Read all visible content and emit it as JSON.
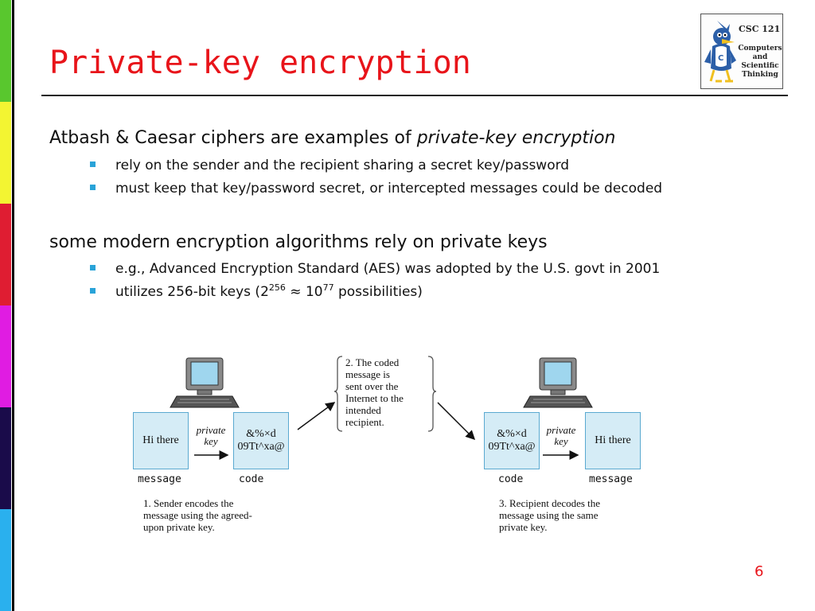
{
  "slide": {
    "title": "Private-key encryption",
    "page_number": "6"
  },
  "logo": {
    "course": "CSC 121",
    "subtitle": "Computers and Scientific Thinking"
  },
  "sections": [
    {
      "lead_plain": "Atbash & Caesar ciphers are examples of ",
      "lead_italic": "private-key encryption",
      "bullets": [
        "rely on the sender and the recipient sharing a secret key/password",
        "must keep that key/password secret, or intercepted messages could be decoded"
      ]
    },
    {
      "lead_plain": "some modern encryption algorithms rely on private keys",
      "bullets": [
        "e.g., Advanced Encryption Standard (AES) was adopted by the U.S. govt in 2001"
      ],
      "keys_bullet": {
        "prefix": "utilizes 256-bit keys (2",
        "exp1": "256",
        "middle": " ≈ 10",
        "exp2": "77",
        "suffix": " possibilities)"
      }
    }
  ],
  "diagram": {
    "sender": {
      "plain_box": "Hi there",
      "code_box": "&%×d\n09Tt^xa@",
      "arrow_label": "private\nkey",
      "plain_label": "message",
      "code_label": "code",
      "caption": "1. Sender encodes the\n   message using the agreed-\n   upon private key."
    },
    "transit_caption": "2. The coded\n   message is\n   sent over the\n   Internet to the\n   intended\n   recipient.",
    "recipient": {
      "code_box": "&%×d\n09Tt^xa@",
      "plain_box": "Hi there",
      "arrow_label": "private\nkey",
      "code_label": "code",
      "plain_label": "message",
      "caption": "3. Recipient decodes the\n   message using the same\n   private key."
    },
    "colors": {
      "box_fill": "#d5ecf6",
      "box_border": "#5aa9d0"
    }
  },
  "colors": {
    "title": "#e8141a",
    "bullet": "#29a3d8",
    "sidebar": [
      "#59c72e",
      "#f3f532",
      "#df1d32",
      "#e01ce2",
      "#1a0b4a",
      "#2ab0ee"
    ]
  }
}
